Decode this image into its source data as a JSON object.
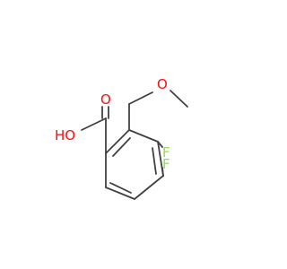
{
  "molecule": {
    "atoms": {
      "methoxy_oxygen": {
        "label": "O",
        "color": "#ff0d0d"
      },
      "carbonyl_oxygen": {
        "label": "O",
        "color": "#ff0d0d"
      },
      "hydroxyl": {
        "label": "HO",
        "color": "#ff0d0d"
      },
      "fluorine_3": {
        "label": "F",
        "color": "#90e050"
      },
      "fluorine_4": {
        "label": "F",
        "color": "#90e050"
      }
    },
    "bond_color": "#404040"
  }
}
